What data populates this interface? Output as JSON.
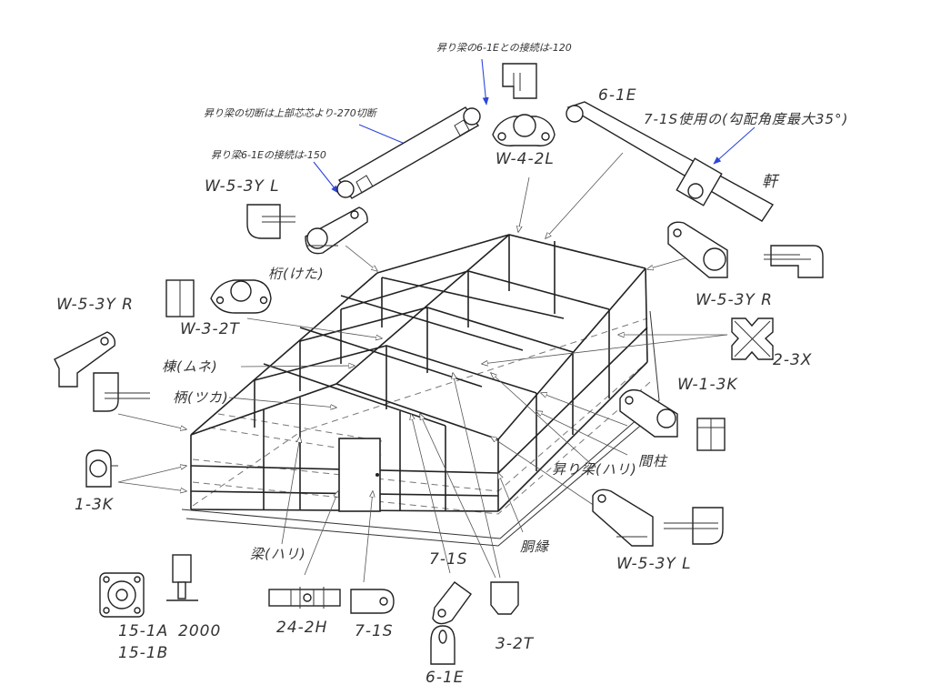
{
  "title": "テント骨組み部品構成図",
  "colors": {
    "line": "#222222",
    "leader": "#2d46d8",
    "background": "#ffffff"
  },
  "notes": {
    "note_120": "昇り梁の6-1Eとの接続は-120",
    "note_270": "昇り梁の切断は上部芯芯より-270切断",
    "note_150": "昇り梁6-1Eの接続は-150",
    "note_71s": "7-1S使用の(勾配角度最大35°)"
  },
  "labels": {
    "w4_2l": "W-4-2L",
    "p6_1e_top": "6-1E",
    "nok": "軒",
    "w5_3yl_top": "W-5-3Y L",
    "keta": "桁(けた)",
    "w5_3yr_left": "W-5-3Y R",
    "w3_2t": "W-3-2T",
    "mune": "棟(ムネ)",
    "tsuka": "柄(ツカ)",
    "w5_3yr_right": "W-5-3Y R",
    "x2_3x": "2-3X",
    "w1_3k": "W-1-3K",
    "mabashira": "間柱",
    "noboribari": "昇り梁(ハリ)",
    "k1_3k": "1-3K",
    "hari": "梁(ハリ)",
    "dobuchi": "胴縁",
    "w5_3yl_bottom": "W-5-3Y L",
    "s7_1s_mid": "7-1S",
    "a15_1a": "15-1A",
    "a2000": "2000",
    "a15_1b": "15-1B",
    "h24_2h": "24-2H",
    "s7_1s_bottom": "7-1S",
    "t3_2t": "3-2T",
    "e6_1e_bottom": "6-1E"
  }
}
